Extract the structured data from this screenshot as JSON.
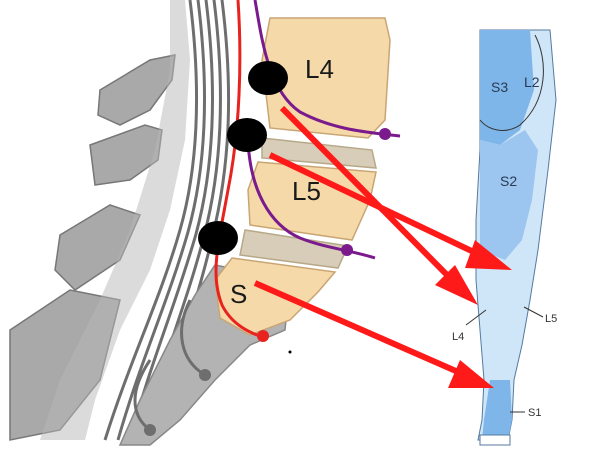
{
  "spine": {
    "vertebrae": [
      {
        "label": "L4"
      },
      {
        "label": "L5"
      },
      {
        "label": "S"
      }
    ]
  },
  "dermatome_map": {
    "regions": [
      {
        "label": "S3"
      },
      {
        "label": "L2"
      },
      {
        "label": "S2"
      }
    ],
    "pointer_labels": [
      {
        "label": "L4"
      },
      {
        "label": "L5"
      },
      {
        "label": "S1"
      }
    ]
  },
  "colors": {
    "vertebra_fill": "#f5d9a8",
    "disc_fill": "#d8cdb8",
    "bone_gray": "#a9a9a9",
    "dermatome_blue": "#7fb6ea",
    "dermatome_light": "#cfe5f8",
    "arrow_red": "#ff1a1a",
    "nerve_red": "#e8231f",
    "nerve_purple": "#7a1a8c",
    "lesion_black": "#000000"
  }
}
